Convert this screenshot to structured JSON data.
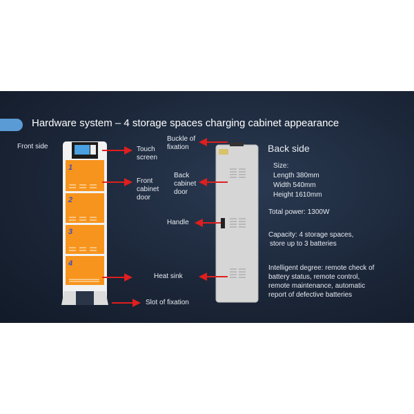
{
  "title": "Hardware system – 4 storage spaces charging cabinet appearance",
  "front": {
    "label": "Front side",
    "door_numbers": [
      "1",
      "2",
      "3",
      "4"
    ]
  },
  "back": {
    "label": "Back side"
  },
  "callouts": {
    "touch_screen": "Touch screen",
    "front_door": "Front cabinet door",
    "slot": "Slot of fixation",
    "buckle": "Buckle of fixation",
    "back_door": "Back cabinet door",
    "handle": "Handle",
    "heat_sink": "Heat sink"
  },
  "specs": {
    "size_label": "Size:",
    "length": "Length 380mm",
    "width": "Width 540mm",
    "height": "Height 1610mm",
    "power": "Total power: 1300W",
    "capacity_1": "Capacity: 4 storage spaces,",
    "capacity_2": "store up to 3 batteries",
    "intel_1": "Intelligent degree: remote check of",
    "intel_2": "battery status, remote control,",
    "intel_3": "remote maintenance, automatic",
    "intel_4": "report of defective batteries"
  },
  "colors": {
    "door": "#f7941d",
    "arrow": "#e01e1e",
    "accent": "#5b9bd5"
  }
}
